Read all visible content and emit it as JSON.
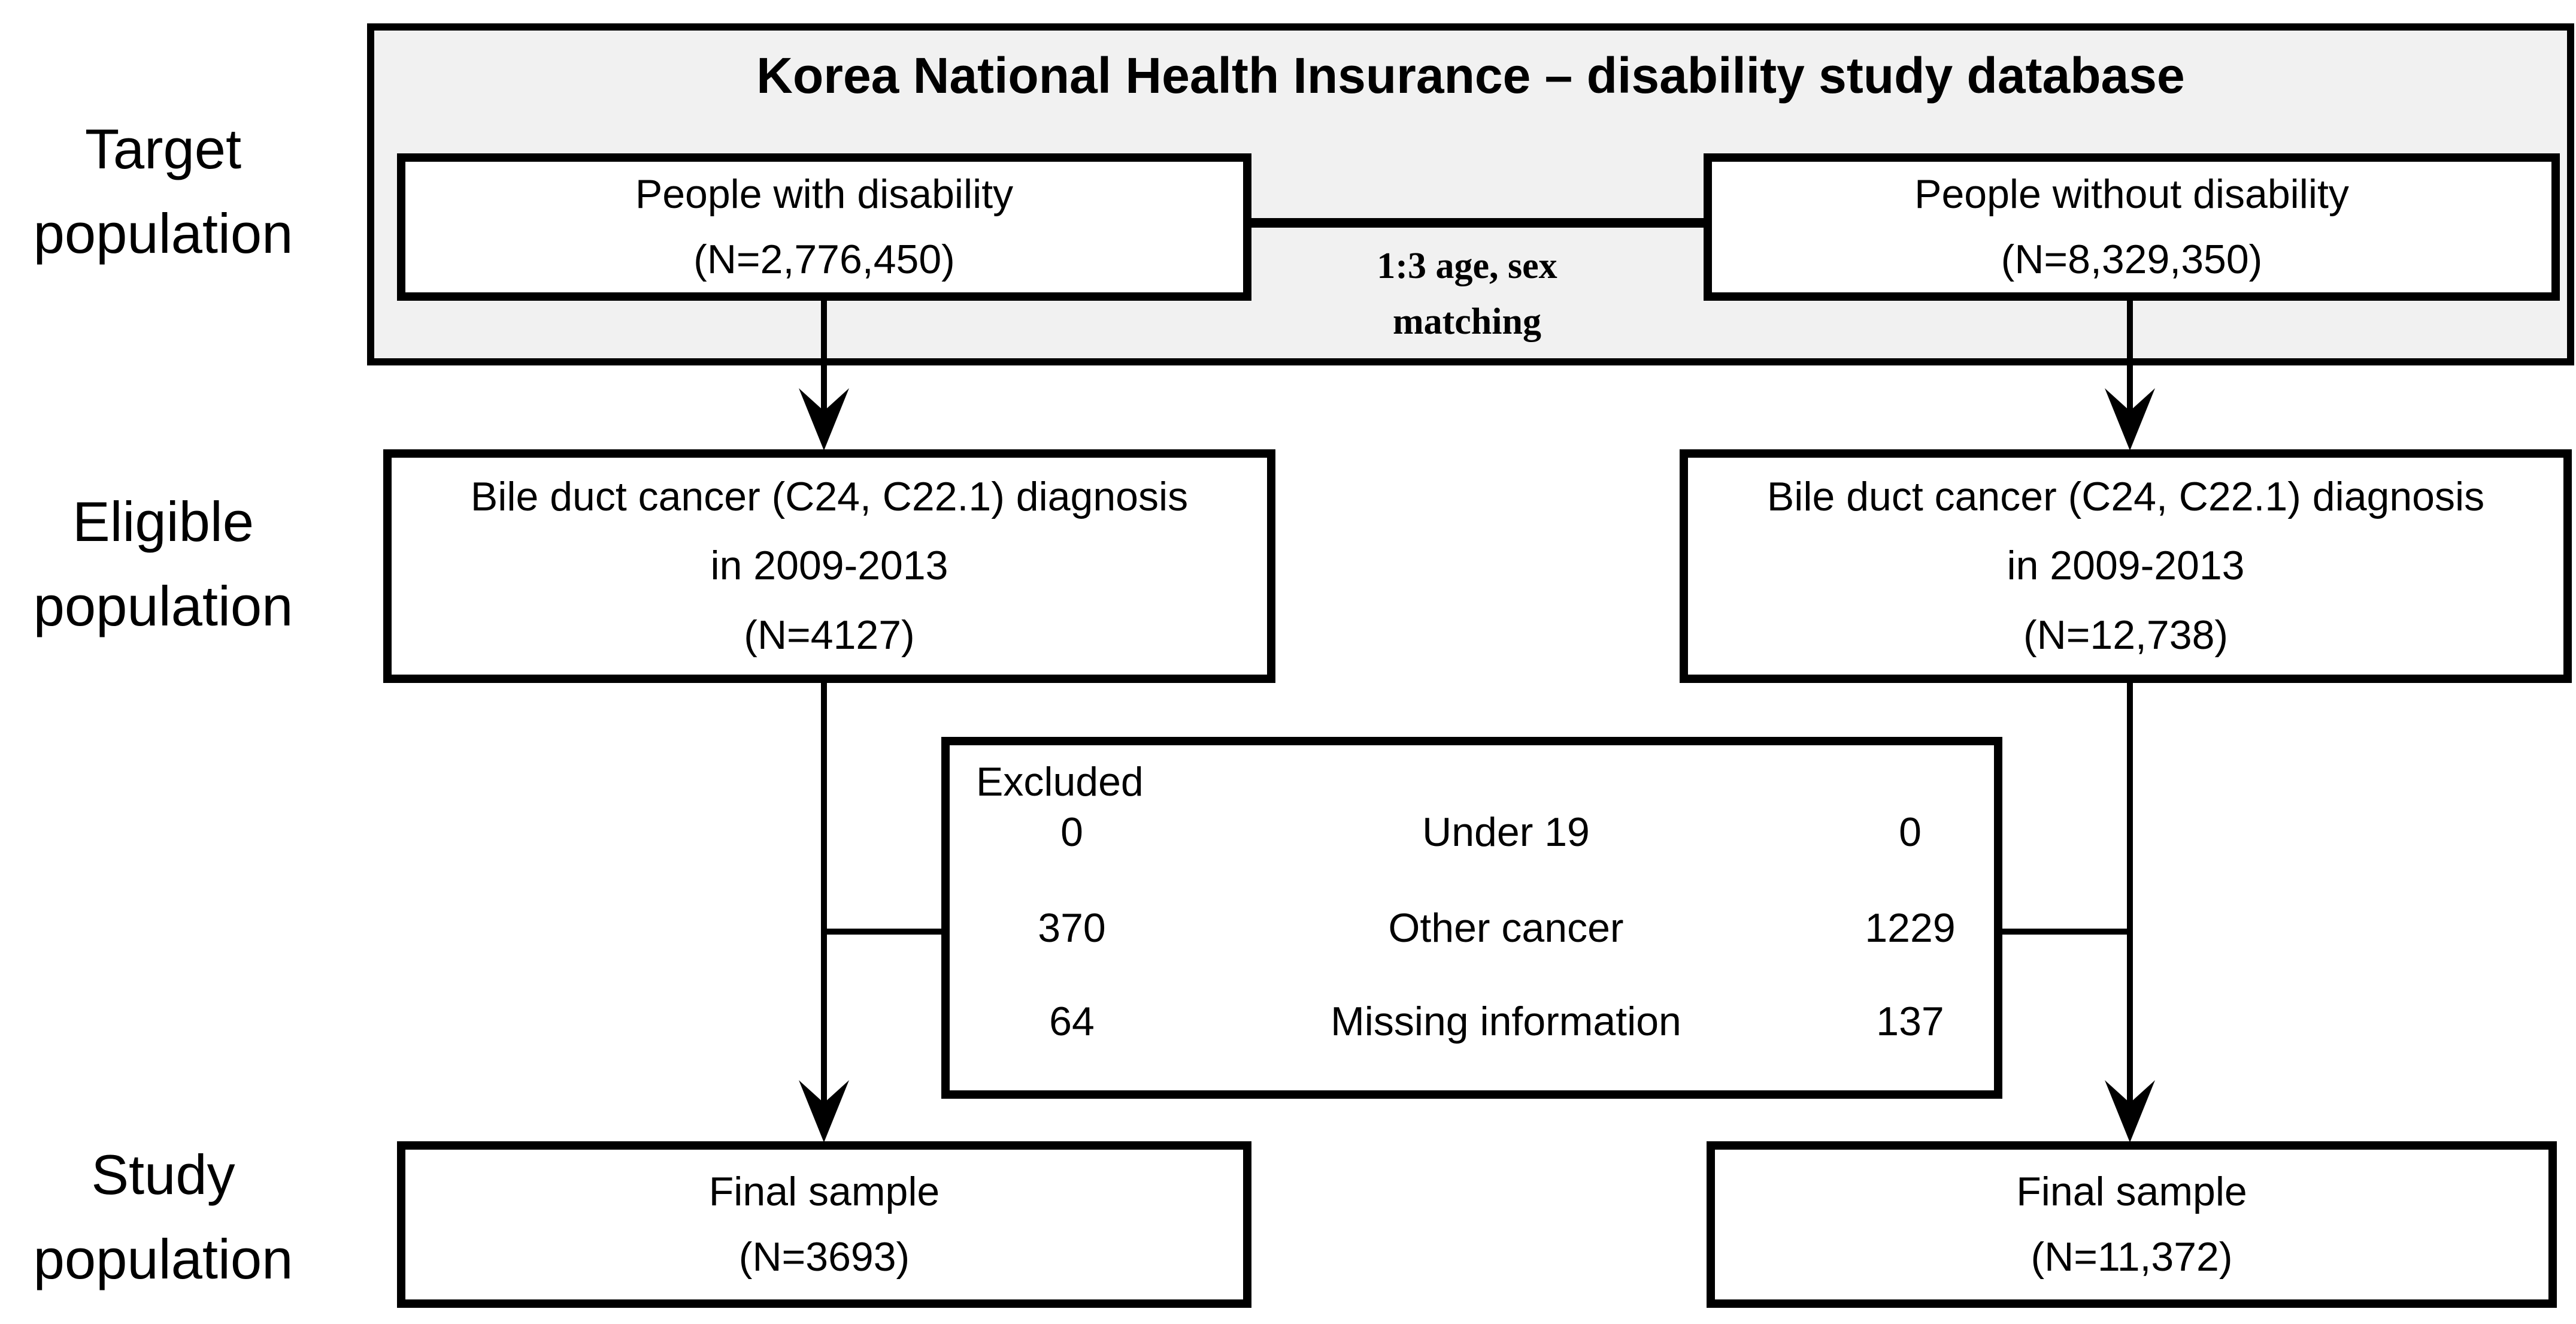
{
  "colors": {
    "container_fill": "#f1f1f1",
    "box_fill": "#ffffff",
    "line_color": "#000000",
    "text_color": "#000000"
  },
  "stage_labels": {
    "target": "Target\npopulation",
    "eligible": "Eligible\npopulation",
    "study": "Study\npopulation"
  },
  "database": {
    "title": "Korea National Health Insurance – disability study database"
  },
  "boxes": {
    "with_disability": "People with disability\n(N=2,776,450)",
    "without_disability": "People without disability\n(N=8,329,350)",
    "matching_note": "1:3 age, sex\nmatching",
    "eligible_left": "Bile duct cancer (C24, C22.1) diagnosis\nin 2009-2013\n(N=4127)",
    "eligible_right": "Bile duct cancer (C24, C22.1) diagnosis\nin 2009-2013\n(N=12,738)",
    "final_left": "Final sample\n(N=3693)",
    "final_right": "Final sample\n(N=11,372)"
  },
  "excluded": {
    "title": "Excluded",
    "rows": [
      {
        "left": "0",
        "reason": "Under 19",
        "right": "0"
      },
      {
        "left": "370",
        "reason": "Other cancer",
        "right": "1229"
      },
      {
        "left": "64",
        "reason": "Missing information",
        "right": "137"
      }
    ]
  }
}
